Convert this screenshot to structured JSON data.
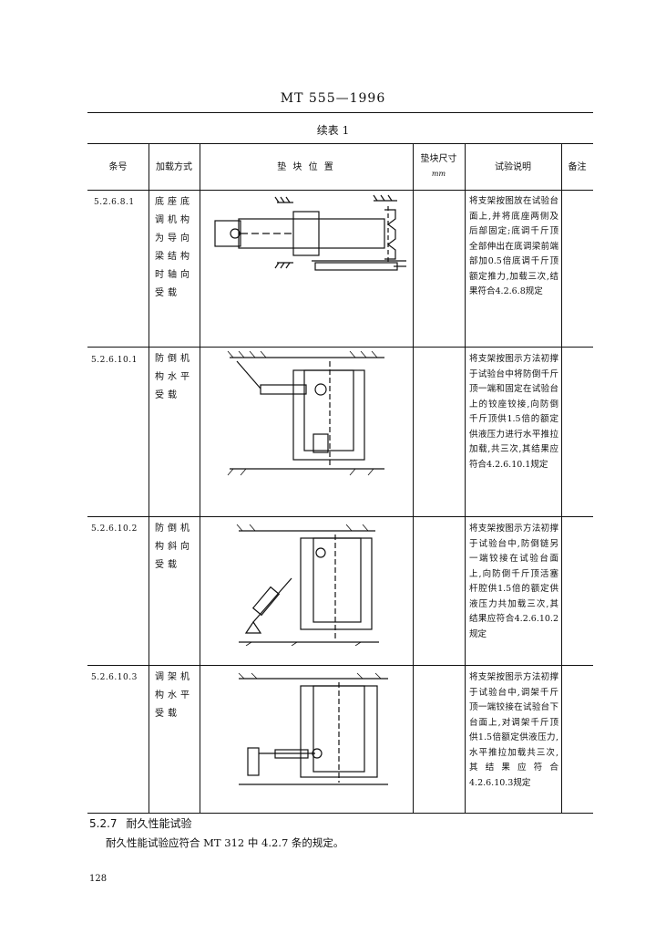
{
  "header": {
    "standard": "MT 555—1996"
  },
  "table": {
    "caption": "续表 1",
    "columns": {
      "num": "条号",
      "load_method": "加载方式",
      "pad_position": "垫  块  位  置",
      "pad_size": "垫块尺寸",
      "pad_size_unit": "mm",
      "description": "试验说明",
      "remark": "备注"
    },
    "rows": [
      {
        "num": "5.2.6.8.1",
        "load_method": "底座底调机构为导向梁结构时轴向受载",
        "description": "将支架按图放在试验台面上,并将底座两侧及后部固定;底调千斤顶全部伸出在底调梁前端部加0.5倍底调千斤顶额定推力,加载三次,结果符合4.2.6.8规定"
      },
      {
        "num": "5.2.6.10.1",
        "load_method": "防倒机构水平受载",
        "description": "将支架按图示方法初撑于试验台中将防倒千斤顶一端和固定在试验台上的铰座铰接,向防倒千斤顶供1.5倍的额定供液压力进行水平推拉加载,共三次,其结果应符合4.2.6.10.1规定"
      },
      {
        "num": "5.2.6.10.2",
        "load_method": "防倒机构斜向受载",
        "description": "将支架按图示方法初撑于试验台中,防倒链另一端铰接在试验台面上,向防倒千斤顶活塞杆腔供1.5倍的额定供液压力共加载三次,其结果应符合4.2.6.10.2规定"
      },
      {
        "num": "5.2.6.10.3",
        "load_method": "调架机构水平受载",
        "description": "将支架按图示方法初撑于试验台中,调架千斤顶一端铰接在试验台下台面上,对调架千斤顶供1.5倍额定供液压力,水平推拉加载共三次,其结果应符合4.2.6.10.3规定"
      }
    ]
  },
  "section": {
    "number": "5.2.7",
    "title": "耐久性能试验"
  },
  "paragraph": "耐久性能试验应符合 MT 312 中 4.2.7 条的规定。",
  "page_number": "128"
}
